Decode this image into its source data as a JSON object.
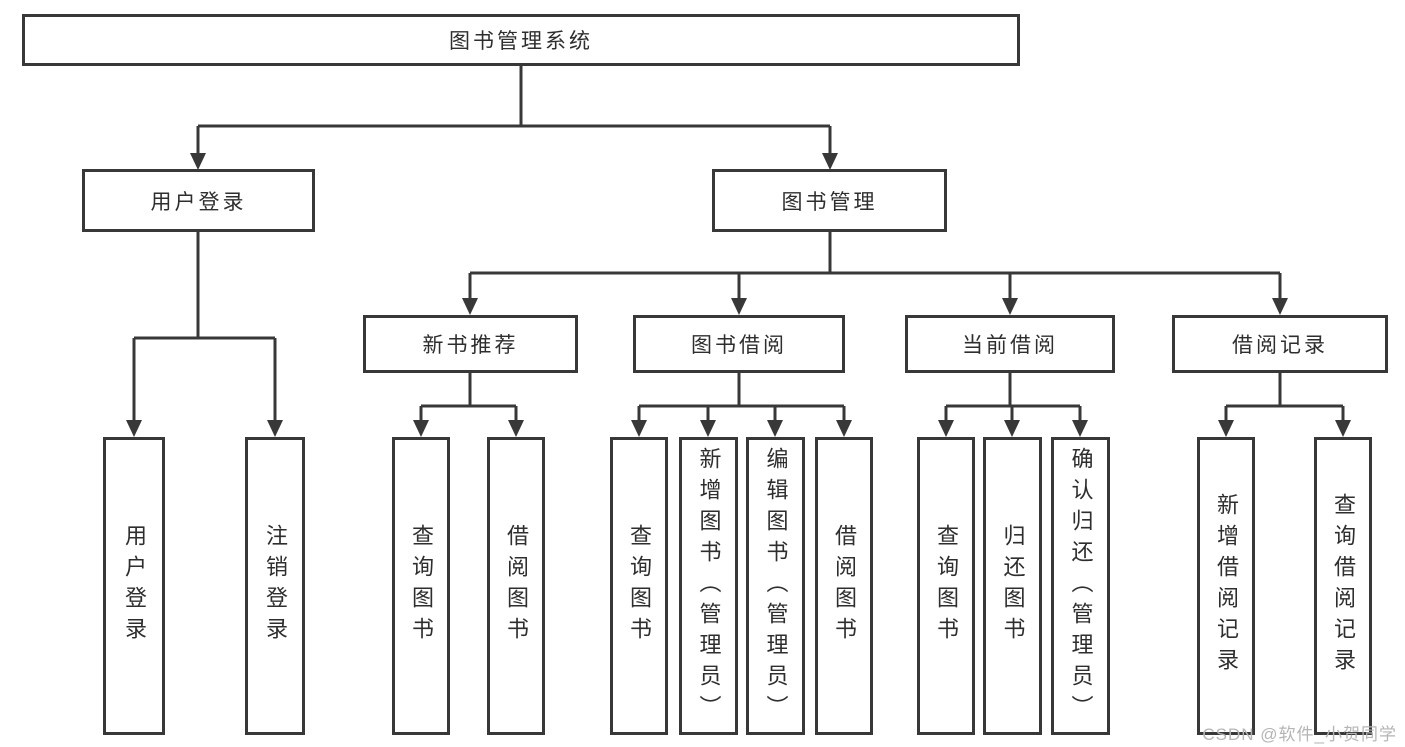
{
  "diagram": {
    "root": "图书管理系统",
    "level2": {
      "user_login": "用户登录",
      "book_mgmt": "图书管理"
    },
    "level3": {
      "new_books": "新书推荐",
      "book_borrow": "图书借阅",
      "current_borrow": "当前借阅",
      "borrow_records": "借阅记录"
    },
    "leaves": {
      "user_login": [
        "用户登录",
        "注销登录"
      ],
      "new_books": [
        "查询图书",
        "借阅图书"
      ],
      "book_borrow": [
        "查询图书",
        "新增图书（管理员）",
        "编辑图书（管理员）",
        "借阅图书"
      ],
      "current_borrow": [
        "查询图书",
        "归还图书",
        "确认归还（管理员）"
      ],
      "borrow_records": [
        "新增借阅记录",
        "查询借阅记录"
      ]
    }
  },
  "watermark": "CSDN @软件_小贺同学",
  "colors": {
    "line": "#383838",
    "text": "#2e2e2e",
    "watermark": "#b5b5b5"
  }
}
